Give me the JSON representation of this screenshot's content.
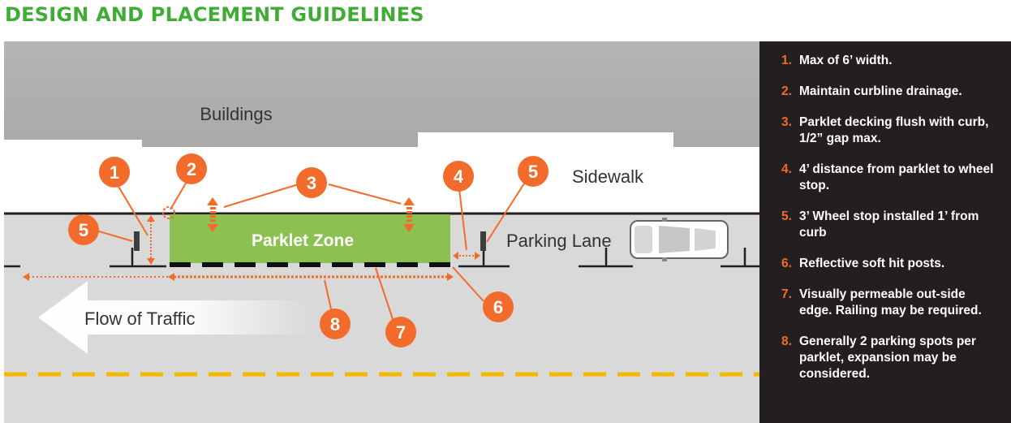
{
  "title": "DESIGN AND PLACEMENT GUIDELINES",
  "labels": {
    "buildings": "Buildings",
    "sidewalk": "Sidewalk",
    "parking_lane": "Parking Lane",
    "parklet_zone": "Parklet Zone",
    "flow_of_traffic": "Flow of Traffic"
  },
  "markers": [
    "1",
    "2",
    "3",
    "4",
    "5",
    "5",
    "6",
    "7",
    "8"
  ],
  "guidelines": [
    {
      "num": "1.",
      "text": "Max of 6’ width."
    },
    {
      "num": "2.",
      "text": "Maintain curbline drainage."
    },
    {
      "num": "3.",
      "text": "Parklet decking flush with curb, 1/2” gap max."
    },
    {
      "num": "4.",
      "text": "4’ distance from parklet to wheel stop."
    },
    {
      "num": "5.",
      "text": "3’ Wheel stop installed 1’ from curb"
    },
    {
      "num": "6.",
      "text": "Reflective soft hit posts."
    },
    {
      "num": "7.",
      "text": "Visually permeable out-side edge. Railing may be required."
    },
    {
      "num": "8.",
      "text": "Generally 2 parking spots per parklet, expansion may be considered."
    }
  ],
  "colors": {
    "title_green": "#3fad35",
    "marker_orange": "#f26b2a",
    "parklet_green": "#8cc152",
    "lane_yellow": "#f5b800",
    "legend_background": "#231f20"
  }
}
